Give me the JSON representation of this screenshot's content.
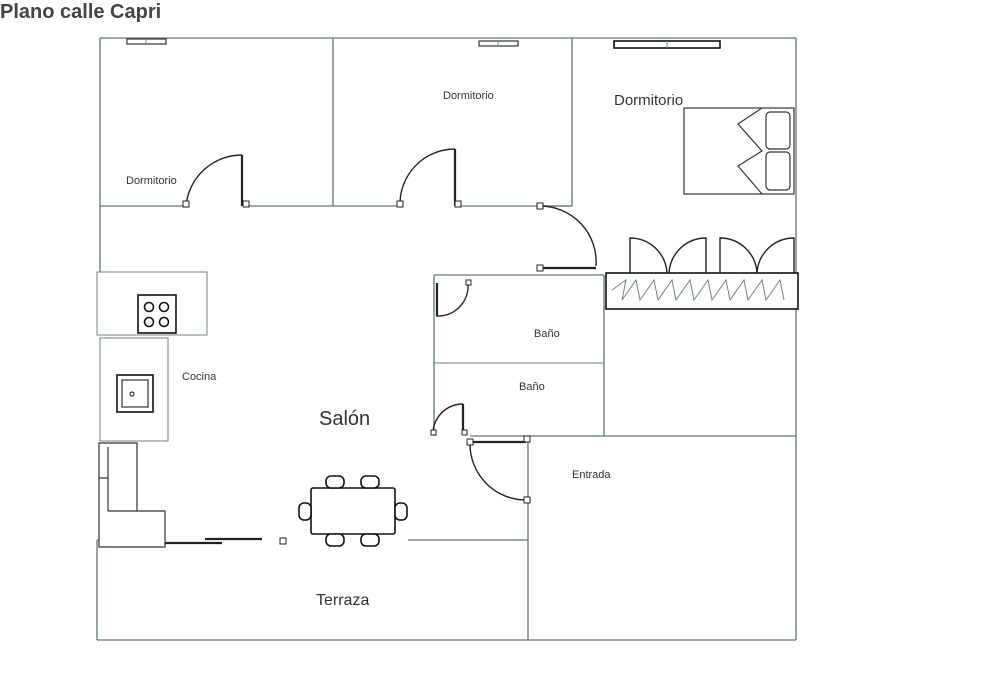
{
  "title": "Plano calle Capri",
  "rooms": {
    "dormitorio_1": "Dormitorio",
    "dormitorio_2": "Dormitorio",
    "dormitorio_3": "Dormitorio",
    "bano_1": "Baño",
    "bano_2": "Baño",
    "cocina": "Cocina",
    "salon": "Salón",
    "entrada": "Entrada",
    "terraza": "Terraza"
  },
  "colors": {
    "wall": "#5f7a73",
    "title": "#444444",
    "label": "#333333"
  }
}
